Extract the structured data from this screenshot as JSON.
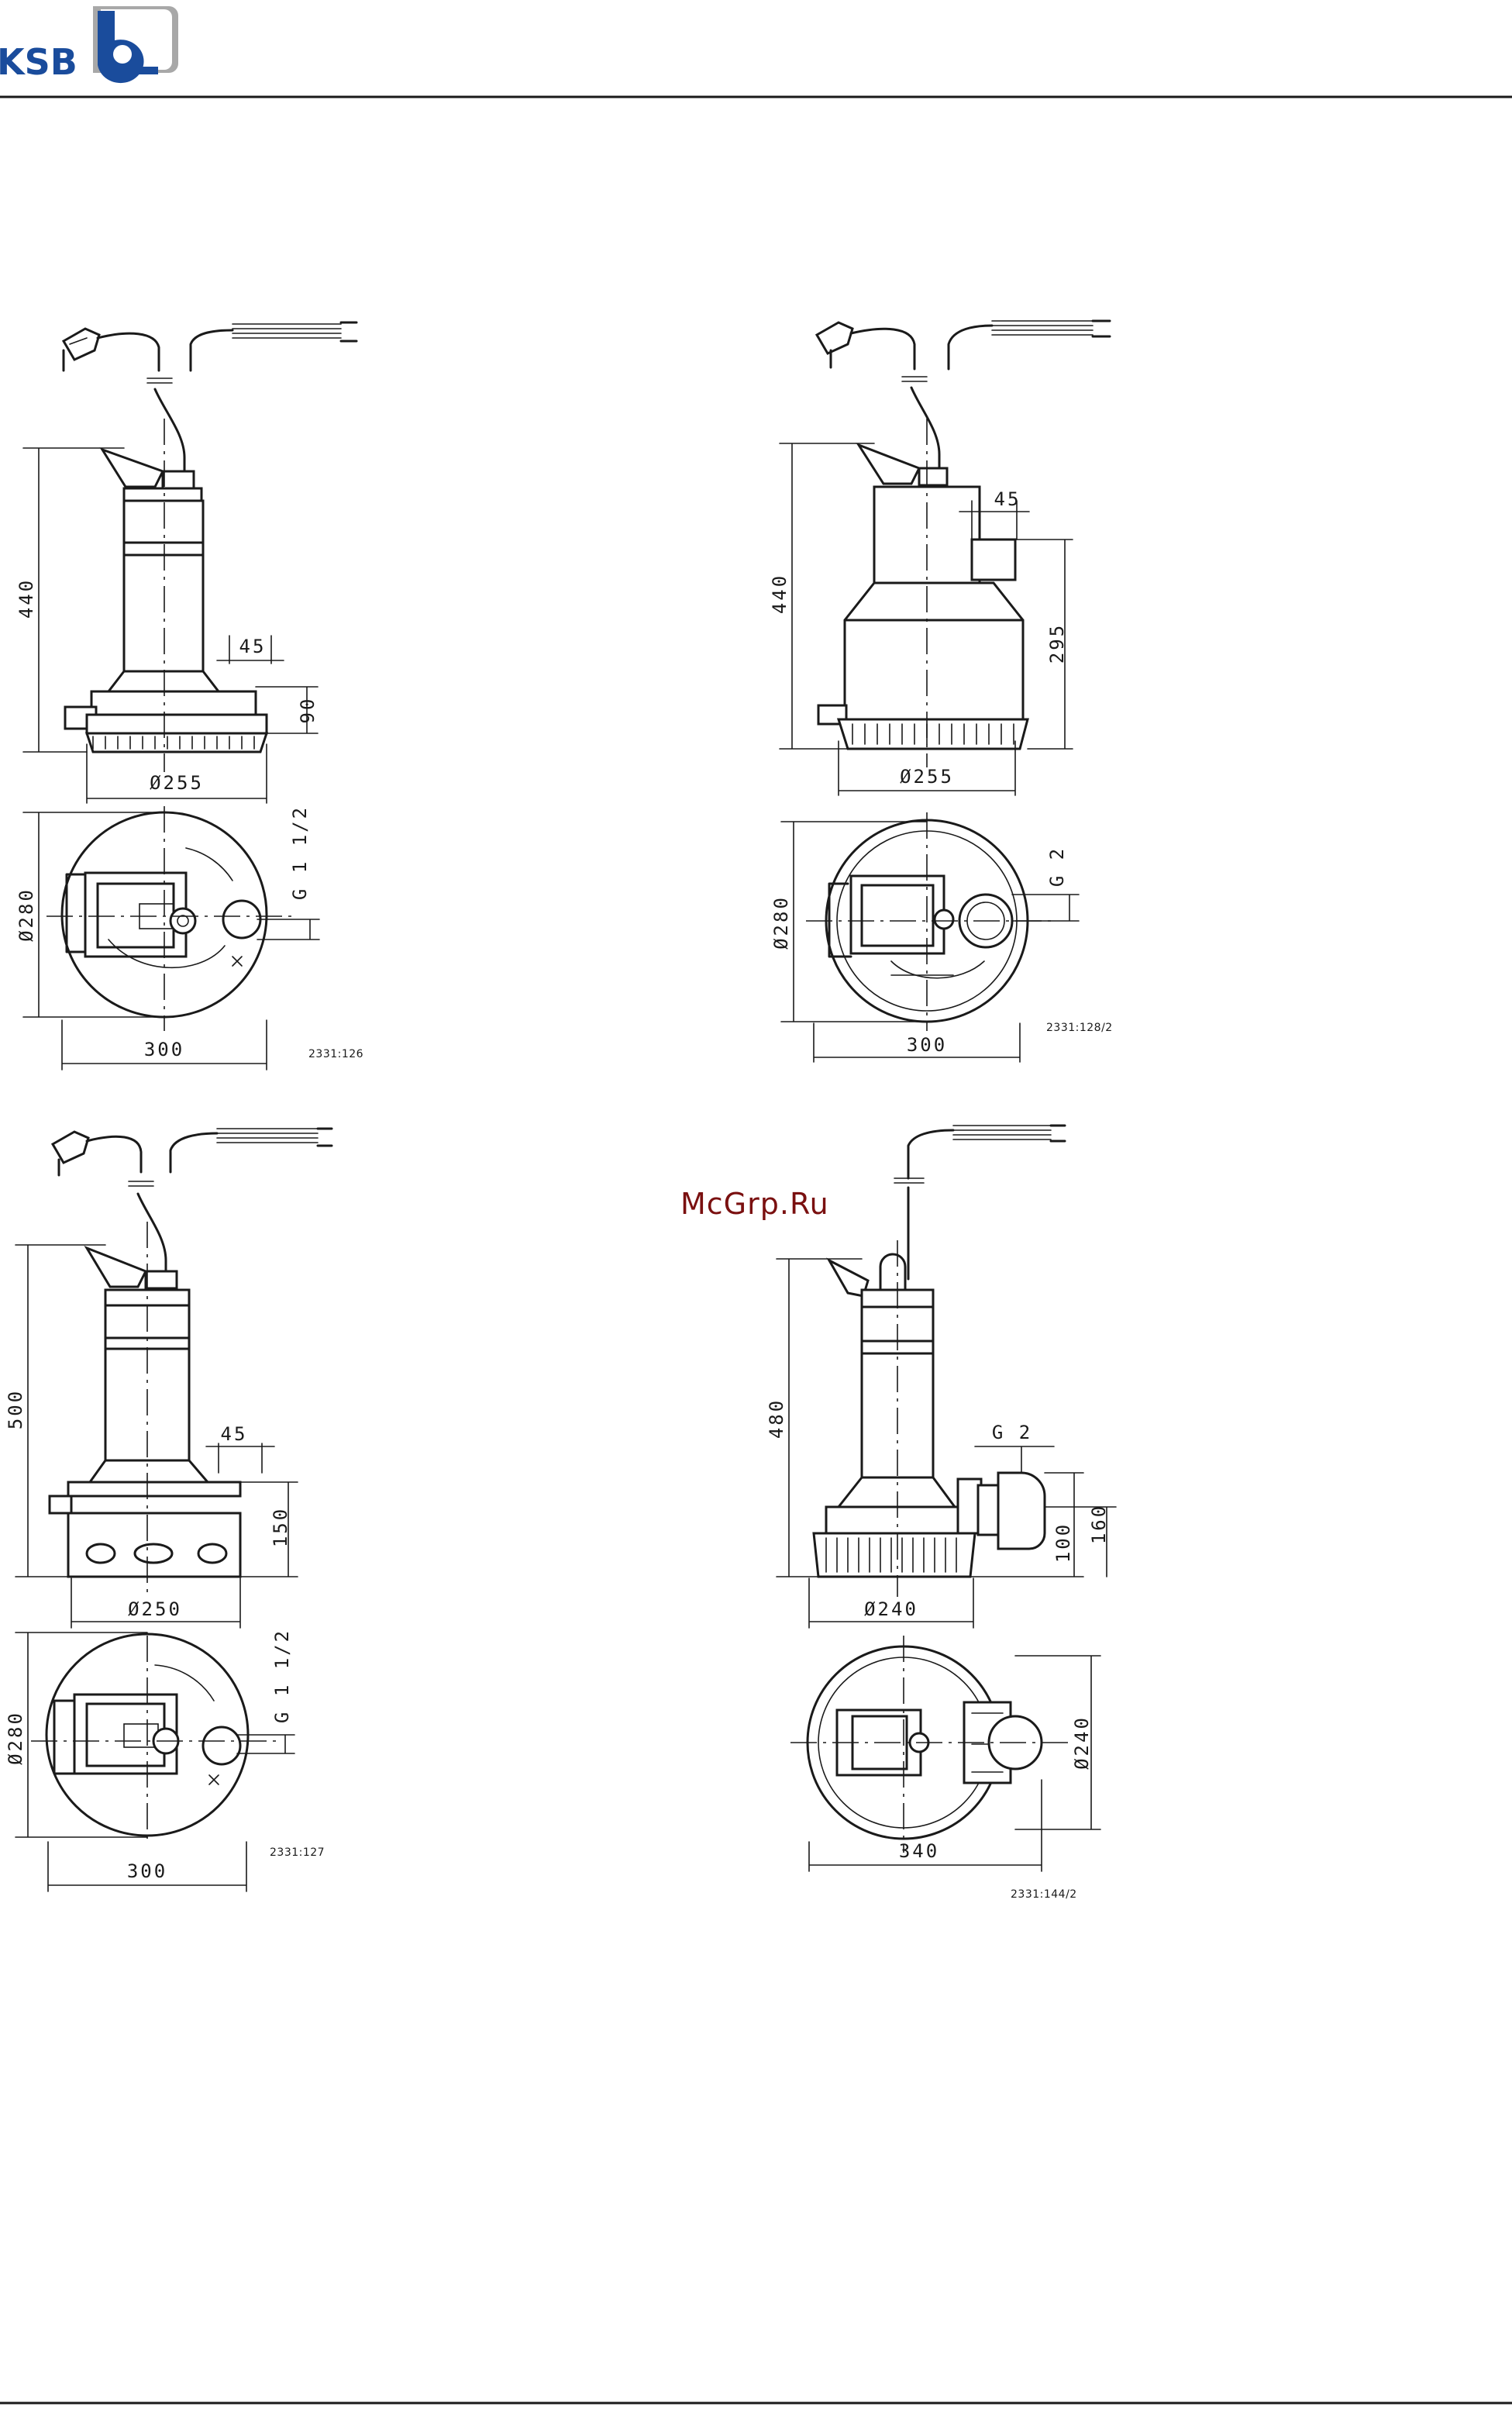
{
  "header": {
    "logo_text": "KSB"
  },
  "watermark": "McGrp.Ru",
  "colors": {
    "logo_blue": "#1a4c9c",
    "logo_grey": "#a8a8a8",
    "watermark": "#7a1010",
    "line": "#1a1a1a"
  },
  "drawings": [
    {
      "id": "top-left",
      "dims": {
        "height": "440",
        "outlet_offset": "45",
        "outlet_height": "90",
        "base_diameter": "Ø255",
        "plan_diameter": "Ø280",
        "plan_width": "300",
        "thread": "G 1 1/2"
      },
      "ref": "2331:126"
    },
    {
      "id": "top-right",
      "dims": {
        "height": "440",
        "outlet_offset": "45",
        "outlet_height": "295",
        "base_diameter": "Ø255",
        "plan_diameter": "Ø280",
        "plan_width": "300",
        "thread": "G 2"
      },
      "ref": "2331:128/2"
    },
    {
      "id": "bottom-left",
      "dims": {
        "height": "500",
        "outlet_offset": "45",
        "outlet_height": "150",
        "base_diameter": "Ø250",
        "plan_diameter": "Ø280",
        "plan_width": "300",
        "thread": "G 1 1/2"
      },
      "ref": "2331:127"
    },
    {
      "id": "bottom-right",
      "dims": {
        "height": "480",
        "thread": "G 2",
        "outlet_height_inner": "100",
        "outlet_height_outer": "160",
        "base_diameter": "Ø240",
        "plan_diameter": "Ø240",
        "plan_width": "340"
      },
      "ref": "2331:144/2"
    }
  ]
}
